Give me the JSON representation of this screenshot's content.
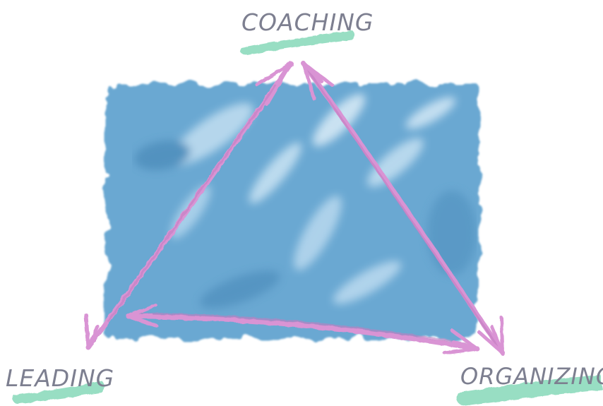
{
  "diagram": {
    "nodes": [
      {
        "id": "top",
        "label": "COACHING"
      },
      {
        "id": "left",
        "label": "LEADING"
      },
      {
        "id": "right",
        "label": "ORGANIZING"
      }
    ],
    "edges": [
      {
        "from": "top",
        "to": "left",
        "bidirectional": true
      },
      {
        "from": "top",
        "to": "right",
        "bidirectional": true
      },
      {
        "from": "left",
        "to": "right",
        "bidirectional": true
      }
    ]
  },
  "colors": {
    "background_wash": "#5b9cc8",
    "arrow": "#d994d4",
    "label_text": "#7d7f90",
    "label_underline": "#7fd7b5"
  }
}
